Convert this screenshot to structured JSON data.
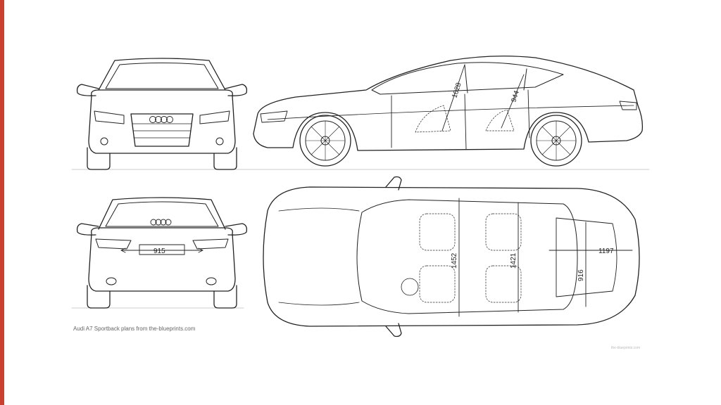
{
  "slide": {
    "accent_color": "#c9402e",
    "caption": "Audi A7 Sportback plans from the-blueprints.com",
    "watermark": "the-blueprints.com"
  },
  "dimensions": {
    "front_headroom": "1028",
    "rear_headroom": "944",
    "rear_track_width": "915",
    "front_shoulder_width": "1452",
    "rear_shoulder_width": "1421",
    "boot_length": "1197",
    "boot_width": "916"
  },
  "views": [
    "front-view",
    "side-view",
    "rear-view",
    "top-view"
  ]
}
